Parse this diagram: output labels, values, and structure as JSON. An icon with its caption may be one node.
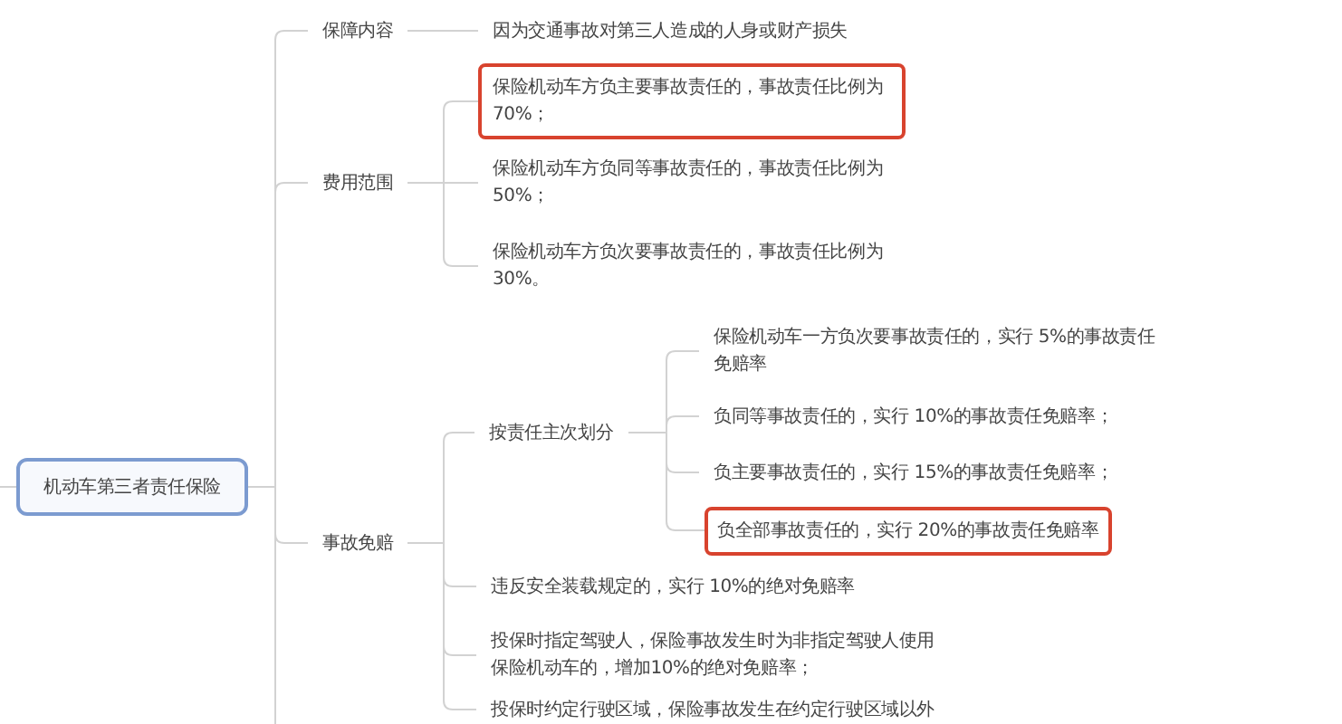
{
  "diagram": {
    "nodes": [
      {
        "text": [
          "机动车第三者责任保险"
        ]
      },
      {
        "text": [
          "保障内容"
        ]
      },
      {
        "text": [
          "因为交通事故对第三人造成的人身或财产损失"
        ]
      },
      {
        "text": [
          "费用范围"
        ]
      },
      {
        "text": [
          "保险机动车方负主要事故责任的，事故责任比例为70%；"
        ]
      },
      {
        "text": [
          "保险机动车方负同等事故责任的，事故责任比例为50%；"
        ]
      },
      {
        "text": [
          "保险机动车方负次要事故责任的，事故责任比例为30%。"
        ]
      },
      {
        "text": [
          "事故免赔"
        ]
      },
      {
        "text": [
          "按责任主次划分"
        ]
      },
      {
        "text": [
          "保险机动车一方负次要事故责任的，实行 5%的事故责任免赔率"
        ]
      },
      {
        "text": [
          "负同等事故责任的，实行 10%的事故责任免赔率；"
        ]
      },
      {
        "text": [
          "负主要事故责任的，实行 15%的事故责任免赔率；"
        ]
      },
      {
        "text": [
          "负全部事故责任的，实行 20%的事故责任免赔率"
        ]
      },
      {
        "text": [
          "违反安全装载规定的，实行 10%的绝对免赔率"
        ]
      },
      {
        "text": [
          "投保时指定驾驶人，保险事故发生时为非指定驾驶人使用保险机动车的，增加10%的绝对免赔率；"
        ]
      },
      {
        "text": [
          "投保时约定行驶区域，保险事故发生在约定行驶区域以外"
        ]
      }
    ],
    "edges": [
      {
        "from": null,
        "to": 0,
        "arrow": "none"
      },
      {
        "from": 0,
        "to": 1,
        "arrow": "none"
      },
      {
        "from": 0,
        "to": 3,
        "arrow": "none"
      },
      {
        "from": 0,
        "to": 7,
        "arrow": "none"
      },
      {
        "from": 0,
        "to": null,
        "arrow": "none"
      },
      {
        "from": 1,
        "to": 2,
        "arrow": "none"
      },
      {
        "from": 3,
        "to": 4,
        "arrow": "none"
      },
      {
        "from": 3,
        "to": 5,
        "arrow": "none"
      },
      {
        "from": 3,
        "to": 6,
        "arrow": "none"
      },
      {
        "from": 7,
        "to": 8,
        "arrow": "none"
      },
      {
        "from": 7,
        "to": 13,
        "arrow": "none"
      },
      {
        "from": 7,
        "to": 14,
        "arrow": "none"
      },
      {
        "from": 7,
        "to": 15,
        "arrow": "none"
      },
      {
        "from": 8,
        "to": 9,
        "arrow": "none"
      },
      {
        "from": 8,
        "to": 10,
        "arrow": "none"
      },
      {
        "from": 8,
        "to": 11,
        "arrow": "none"
      },
      {
        "from": 8,
        "to": 12,
        "arrow": "none"
      }
    ]
  }
}
